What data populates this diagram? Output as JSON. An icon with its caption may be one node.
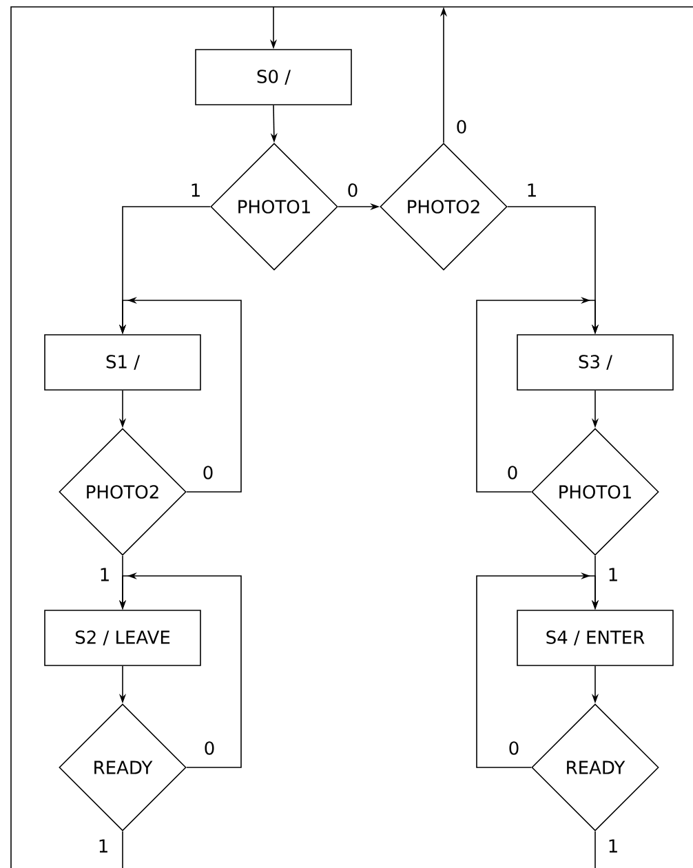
{
  "diagram": {
    "nodes": [
      {
        "text": [
          "S0 /"
        ]
      },
      {
        "text": [
          "PHOTO1"
        ]
      },
      {
        "text": [
          "PHOTO2"
        ]
      },
      {
        "text": [
          "S1 /"
        ]
      },
      {
        "text": [
          "PHOTO2"
        ]
      },
      {
        "text": [
          "S3 /"
        ]
      },
      {
        "text": [
          "PHOTO1"
        ]
      },
      {
        "text": [
          "S2 / LEAVE"
        ]
      },
      {
        "text": [
          "S4 / ENTER"
        ]
      },
      {
        "text": [
          "READY"
        ]
      },
      {
        "text": [
          "READY"
        ]
      }
    ],
    "edges": [
      {
        "from": null,
        "to": 0,
        "arrow": "to"
      },
      {
        "from": 0,
        "to": 1,
        "arrow": "to"
      },
      {
        "from": 1,
        "to": 3,
        "arrow": "to",
        "label": "1"
      },
      {
        "from": 1,
        "to": 2,
        "arrow": "to",
        "label": "0"
      },
      {
        "from": 2,
        "to": null,
        "arrow": "to",
        "label": "0"
      },
      {
        "from": 2,
        "to": 5,
        "arrow": "to",
        "label": "1"
      },
      {
        "from": 3,
        "to": 4,
        "arrow": "to"
      },
      {
        "from": 4,
        "to": 3,
        "arrow": "to",
        "label": "0"
      },
      {
        "from": 4,
        "to": 7,
        "arrow": "to",
        "label": "1"
      },
      {
        "from": 7,
        "to": 9,
        "arrow": "to"
      },
      {
        "from": 9,
        "to": 7,
        "arrow": "to",
        "label": "0"
      },
      {
        "from": 9,
        "to": null,
        "arrow": "none",
        "label": "1"
      },
      {
        "from": 5,
        "to": 6,
        "arrow": "to"
      },
      {
        "from": 6,
        "to": 5,
        "arrow": "to",
        "label": "0"
      },
      {
        "from": 6,
        "to": 8,
        "arrow": "to",
        "label": "1"
      },
      {
        "from": 8,
        "to": 10,
        "arrow": "to"
      },
      {
        "from": 10,
        "to": 8,
        "arrow": "to",
        "label": "0"
      },
      {
        "from": 10,
        "to": null,
        "arrow": "none",
        "label": "1"
      }
    ]
  }
}
